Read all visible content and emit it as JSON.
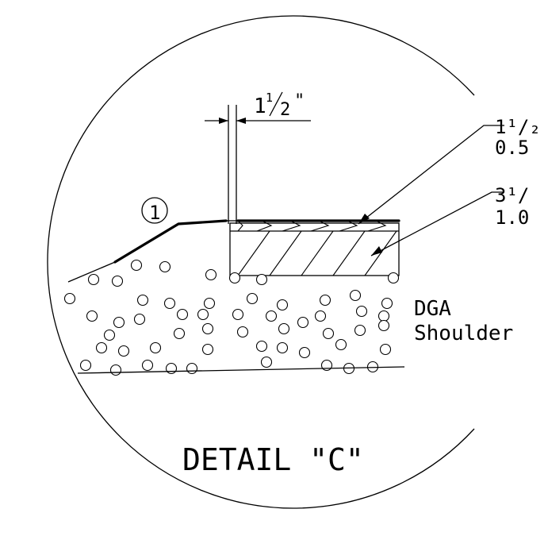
{
  "detail": {
    "title": "DETAIL \"C\"",
    "callout_number": "1",
    "dimension_whole": "1",
    "dimension_numerator": "1",
    "dimension_denominator": "2",
    "dimension_inch_mark": "\"",
    "shoulder_label_line1": "DGA",
    "shoulder_label_line2": "Shoulder",
    "leader_upper_line1": "1¹/₂",
    "leader_upper_line2": "0.5",
    "leader_lower_line1": "3¹/",
    "leader_lower_line2": "1.0"
  }
}
